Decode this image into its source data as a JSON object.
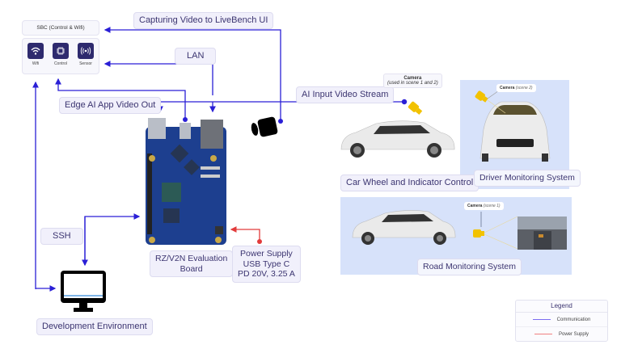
{
  "colors": {
    "communication": "#2a1fd6",
    "power": "#e23b3b",
    "panel_bg": "#d7e2fa",
    "label_bg": "#f1f0fb",
    "label_text": "#3b3470",
    "sbc_icon_bg": "#2e2a6e",
    "camera_yellow": "#f2c200"
  },
  "sbc": {
    "title": "SBC (Control & Wifi)",
    "items": [
      {
        "label": "Wifi",
        "icon": "wifi-icon"
      },
      {
        "label": "Control",
        "icon": "chip-icon"
      },
      {
        "label": "Sensor",
        "icon": "sensor-icon"
      }
    ]
  },
  "connections": {
    "capturing_video": "Capturing Video to LiveBench UI",
    "lan": "LAN",
    "edge_ai_video_out": "Edge AI App Video Out",
    "ai_input_stream": "AI Input Video Stream",
    "ssh": "SSH"
  },
  "board": {
    "label_line1": "RZ/V2N Evaluation",
    "label_line2": "Board"
  },
  "power_supply": {
    "line1": "Power Supply",
    "line2": "USB Type C",
    "line3": "PD 20V, 3.25 A"
  },
  "dev_env": {
    "label": "Development Environment"
  },
  "camera_main": {
    "title": "Camera",
    "subtitle": "(used in scene 1 and 2)"
  },
  "scenes": {
    "car_control": "Car Wheel and Indicator Control",
    "driver_monitoring": {
      "label": "Driver Monitoring System",
      "camera_title": "Camera",
      "camera_note": "(scene 2)"
    },
    "road_monitoring": {
      "label": "Road Monitoring System",
      "camera_title": "Camera",
      "camera_note": "(scene 1)"
    }
  },
  "legend": {
    "title": "Legend",
    "items": [
      {
        "label": "Communication",
        "color": "#7b6cf0"
      },
      {
        "label": "Power Supply",
        "color": "#f08080"
      }
    ]
  }
}
